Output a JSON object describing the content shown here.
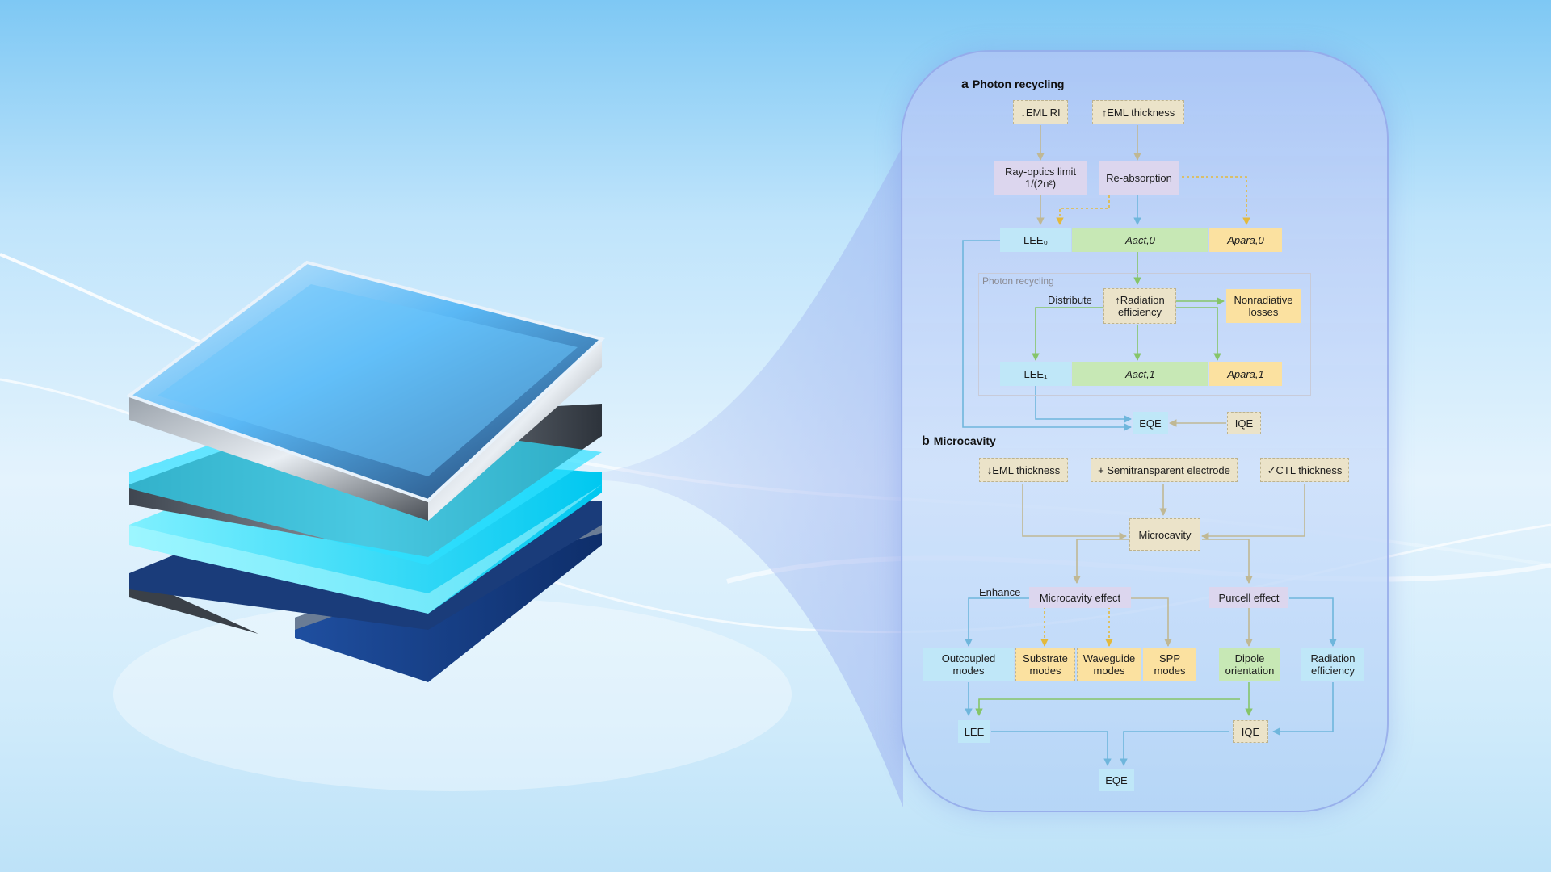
{
  "colors": {
    "arrow_tan": "#c0b894",
    "arrow_blue": "#6fb6dc",
    "arrow_green": "#86c569",
    "arrow_yellow_dotted": "#e3b93c"
  },
  "section_a": {
    "letter": "a",
    "title": "Photon recycling",
    "nodes": {
      "eml_ri": "↓EML RI",
      "eml_thickness_up": "↑EML thickness",
      "ray_optics_line1": "Ray-optics limit",
      "ray_optics_line2": "1/(2n²)",
      "reabsorption": "Re-absorption",
      "lee0": "LEE₀",
      "aact0": "Aact,0",
      "apara0": "Apara,0",
      "radiation_efficiency_up_1": "↑Radiation",
      "radiation_efficiency_up_2": "efficiency",
      "nonradiative_1": "Nonradiative",
      "nonradiative_2": "losses",
      "lee1": "LEE₁",
      "aact1": "Aact,1",
      "apara1": "Apara,1",
      "eqe": "EQE",
      "iqe": "IQE"
    },
    "inner_label": "Photon recycling",
    "distribute_label": "Distribute"
  },
  "section_b": {
    "letter": "b",
    "title": "Microcavity",
    "nodes": {
      "eml_thickness_down": "↓EML thickness",
      "semitransparent": "+ Semitransparent electrode",
      "ctl_thickness": "✓CTL thickness",
      "microcavity": "Microcavity",
      "microcavity_effect": "Microcavity effect",
      "purcell_effect": "Purcell effect",
      "outcoupled_1": "Outcoupled",
      "outcoupled_2": "modes",
      "substrate_1": "Substrate",
      "substrate_2": "modes",
      "waveguide_1": "Waveguide",
      "waveguide_2": "modes",
      "spp_1": "SPP",
      "spp_2": "modes",
      "dipole_1": "Dipole",
      "dipole_2": "orientation",
      "radiation_1": "Radiation",
      "radiation_2": "efficiency",
      "lee": "LEE",
      "iqe": "IQE",
      "eqe": "EQE"
    },
    "enhance_label": "Enhance"
  }
}
